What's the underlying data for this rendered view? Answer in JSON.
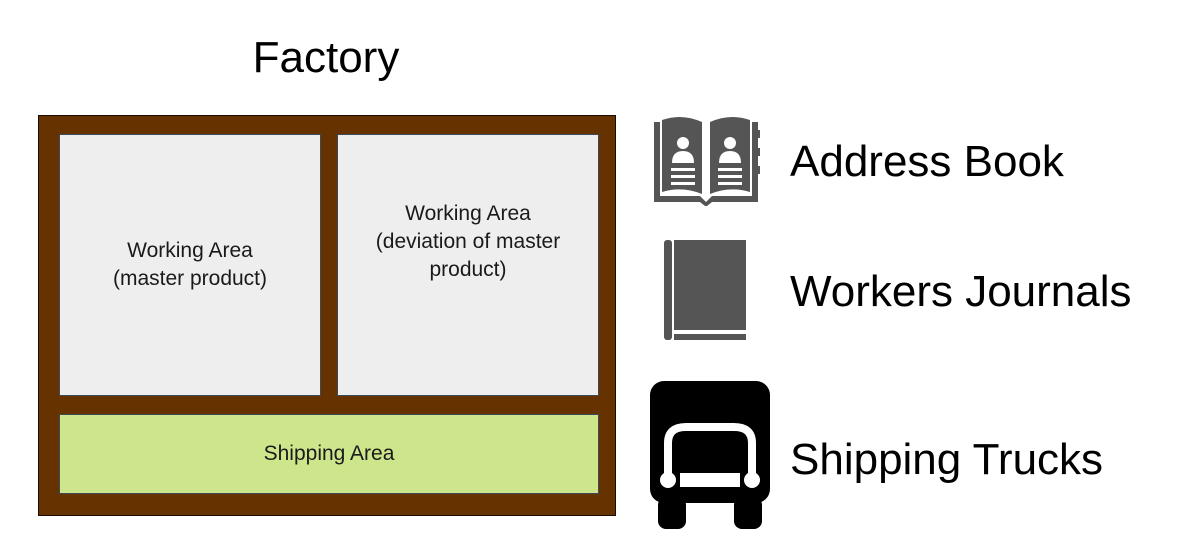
{
  "diagram": {
    "title": "Factory",
    "areas": {
      "working_master": "Working Area\n(master product)",
      "working_deviation": "Working Area\n(deviation of master\nproduct)",
      "shipping": "Shipping Area"
    },
    "legend": [
      {
        "label": "Address Book",
        "icon": "address-book-icon"
      },
      {
        "label": "Workers Journals",
        "icon": "book-icon"
      },
      {
        "label": "Shipping Trucks",
        "icon": "truck-icon"
      }
    ]
  },
  "colors": {
    "factory": "#663300",
    "working_area": "#eeeeee",
    "shipping_area": "#cde68b",
    "icon_gray": "#555555"
  }
}
